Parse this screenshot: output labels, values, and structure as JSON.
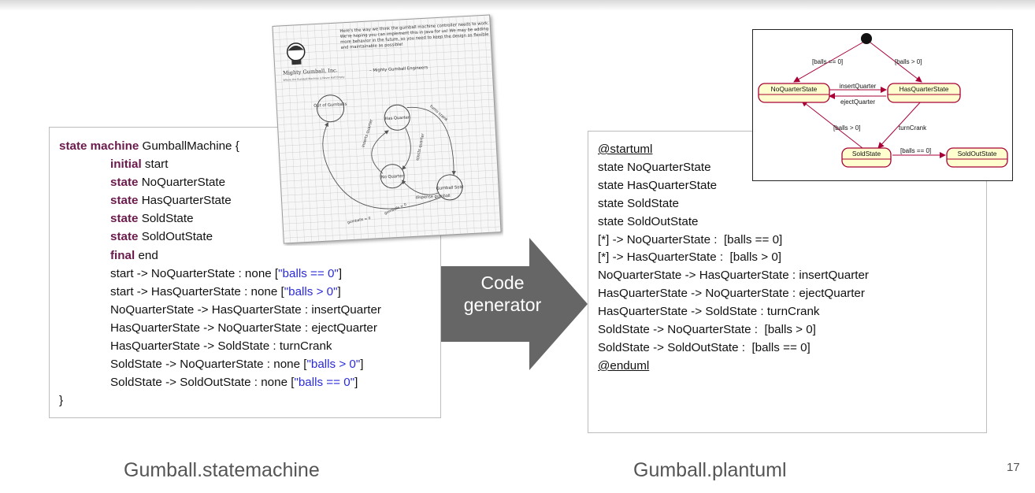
{
  "statemachine_code": {
    "l1_kw": "state machine",
    "l1_rest": " GumballMachine {",
    "l2_kw": "initial",
    "l2_rest": " start",
    "l3_kw": "state",
    "l3_rest": " NoQuarterState",
    "l4_kw": "state",
    "l4_rest": " HasQuarterState",
    "l5_kw": "state",
    "l5_rest": " SoldState",
    "l6_kw": "state",
    "l6_rest": " SoldOutState",
    "l7_kw": "final",
    "l7_rest": " end",
    "l8_pre": "start -> NoQuarterState : none [",
    "l8_str": "\"balls == 0\"",
    "l8_post": "]",
    "l9_pre": "start -> HasQuarterState : none [",
    "l9_str": "\"balls > 0\"",
    "l9_post": "]",
    "l10": "NoQuarterState -> HasQuarterState : insertQuarter",
    "l11": "HasQuarterState -> NoQuarterState : ejectQuarter",
    "l12": "HasQuarterState -> SoldState : turnCrank",
    "l13_pre": "SoldState -> NoQuarterState : none [",
    "l13_str": "\"balls > 0\"",
    "l13_post": "]",
    "l14_pre": "SoldState -> SoldOutState : none [",
    "l14_str": "\"balls == 0\"",
    "l14_post": "]",
    "l15": "}"
  },
  "plantuml_code": {
    "l1": "@startuml",
    "l2": "state NoQuarterState",
    "l3": "state HasQuarterState",
    "l4": "state SoldState",
    "l5": "state SoldOutState",
    "l6": "[*] -> NoQuarterState :  [balls == 0]",
    "l7": "[*] -> HasQuarterState :  [balls > 0]",
    "l8": "NoQuarterState -> HasQuarterState : insertQuarter",
    "l9": "HasQuarterState -> NoQuarterState : ejectQuarter",
    "l10": "HasQuarterState -> SoldState : turnCrank",
    "l11": "SoldState -> NoQuarterState :  [balls > 0]",
    "l12": "SoldState -> SoldOutState :  [balls == 0]",
    "l13": "@enduml"
  },
  "arrow_label": {
    "line1": "Code",
    "line2": "generator"
  },
  "uml_diagram": {
    "states": {
      "no_quarter": "NoQuarterState",
      "has_quarter": "HasQuarterState",
      "sold": "SoldState",
      "sold_out": "SoldOutState"
    },
    "transitions": {
      "init_to_no": "[balls == 0]",
      "init_to_has": "[balls > 0]",
      "insert": "insertQuarter",
      "eject": "ejectQuarter",
      "turn": "turnCrank",
      "sold_to_no": "[balls > 0]",
      "sold_to_out": "[balls == 0]"
    }
  },
  "sketch": {
    "company": "Mighty Gumball, Inc.",
    "tagline": "Where the Gumball Machine is Never Half Empty",
    "note": "Here's the way we think the gumball machine controller needs to work. We're hoping you can implement this in Java for us! We may be adding more behavior in the future, so you need to keep the design as flexible and maintainable as possible!",
    "signature": "– Mighty Gumball Engineers",
    "states": {
      "out": "Out of Gumballs",
      "has": "Has Quarter",
      "no": "No Quarter",
      "sold": "Gumball Sold"
    },
    "edges": {
      "turns_crank": "turns crank",
      "inserts_quarter": "inserts quarter",
      "ejects_quarter": "ejects quarter",
      "dispense": "dispense gumball",
      "gumballs_gt": "gumballs > 0",
      "gumballs_eq": "gumballs = 0"
    }
  },
  "captions": {
    "left": "Gumball.statemachine",
    "right": "Gumball.plantuml"
  },
  "page_number": "17",
  "colors": {
    "keyword": "#6b1a4c",
    "string": "#2a2ad8",
    "arrow": "#666666",
    "state_fill": "#fefece",
    "state_border": "#a80036"
  }
}
